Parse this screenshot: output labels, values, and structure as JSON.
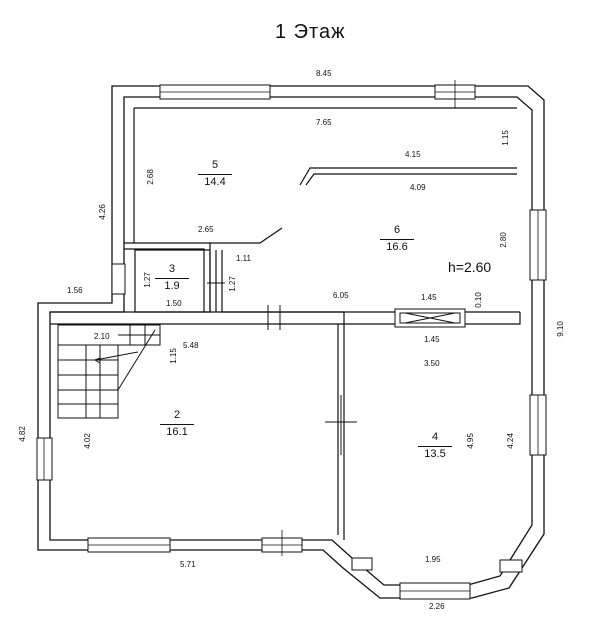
{
  "title": "1 Этаж",
  "ceiling_height": "h=2.60",
  "rooms": [
    {
      "number": "2",
      "area": "16.1"
    },
    {
      "number": "3",
      "area": "1.9"
    },
    {
      "number": "4",
      "area": "13.5"
    },
    {
      "number": "5",
      "area": "14.4"
    },
    {
      "number": "6",
      "area": "16.6"
    }
  ],
  "dimensions": {
    "top_outer": "8.45",
    "top_inner": "7.65",
    "wall_1_15": "1.15",
    "r4_height": "2.68",
    "partition_4_15": "4.15",
    "partition_4_09": "4.09",
    "left_outer_upper": "4.26",
    "r4_bottom": "2.65",
    "r5_right": "2.80",
    "r3_inner_1_11": "1.11",
    "r3_left": "1.27",
    "r3_right": "1.27",
    "r3_width": "1.50",
    "left_step": "1.56",
    "corridor": "6.05",
    "door_1_45_top": "1.45",
    "wall_0_10": "0.10",
    "right_outer": "9.10",
    "stair_2_10": "2.10",
    "stair_5_48": "5.48",
    "stair_1_15": "1.15",
    "door_1_45_bottom": "1.45",
    "r6_3_50": "3.50",
    "left_outer_lower": "4.82",
    "r2_height": "4.02",
    "r6_4_95": "4.95",
    "r6_4_24": "4.24",
    "bay_1_95": "1.95",
    "bottom_5_71": "5.71",
    "bay_2_26": "2.26"
  }
}
